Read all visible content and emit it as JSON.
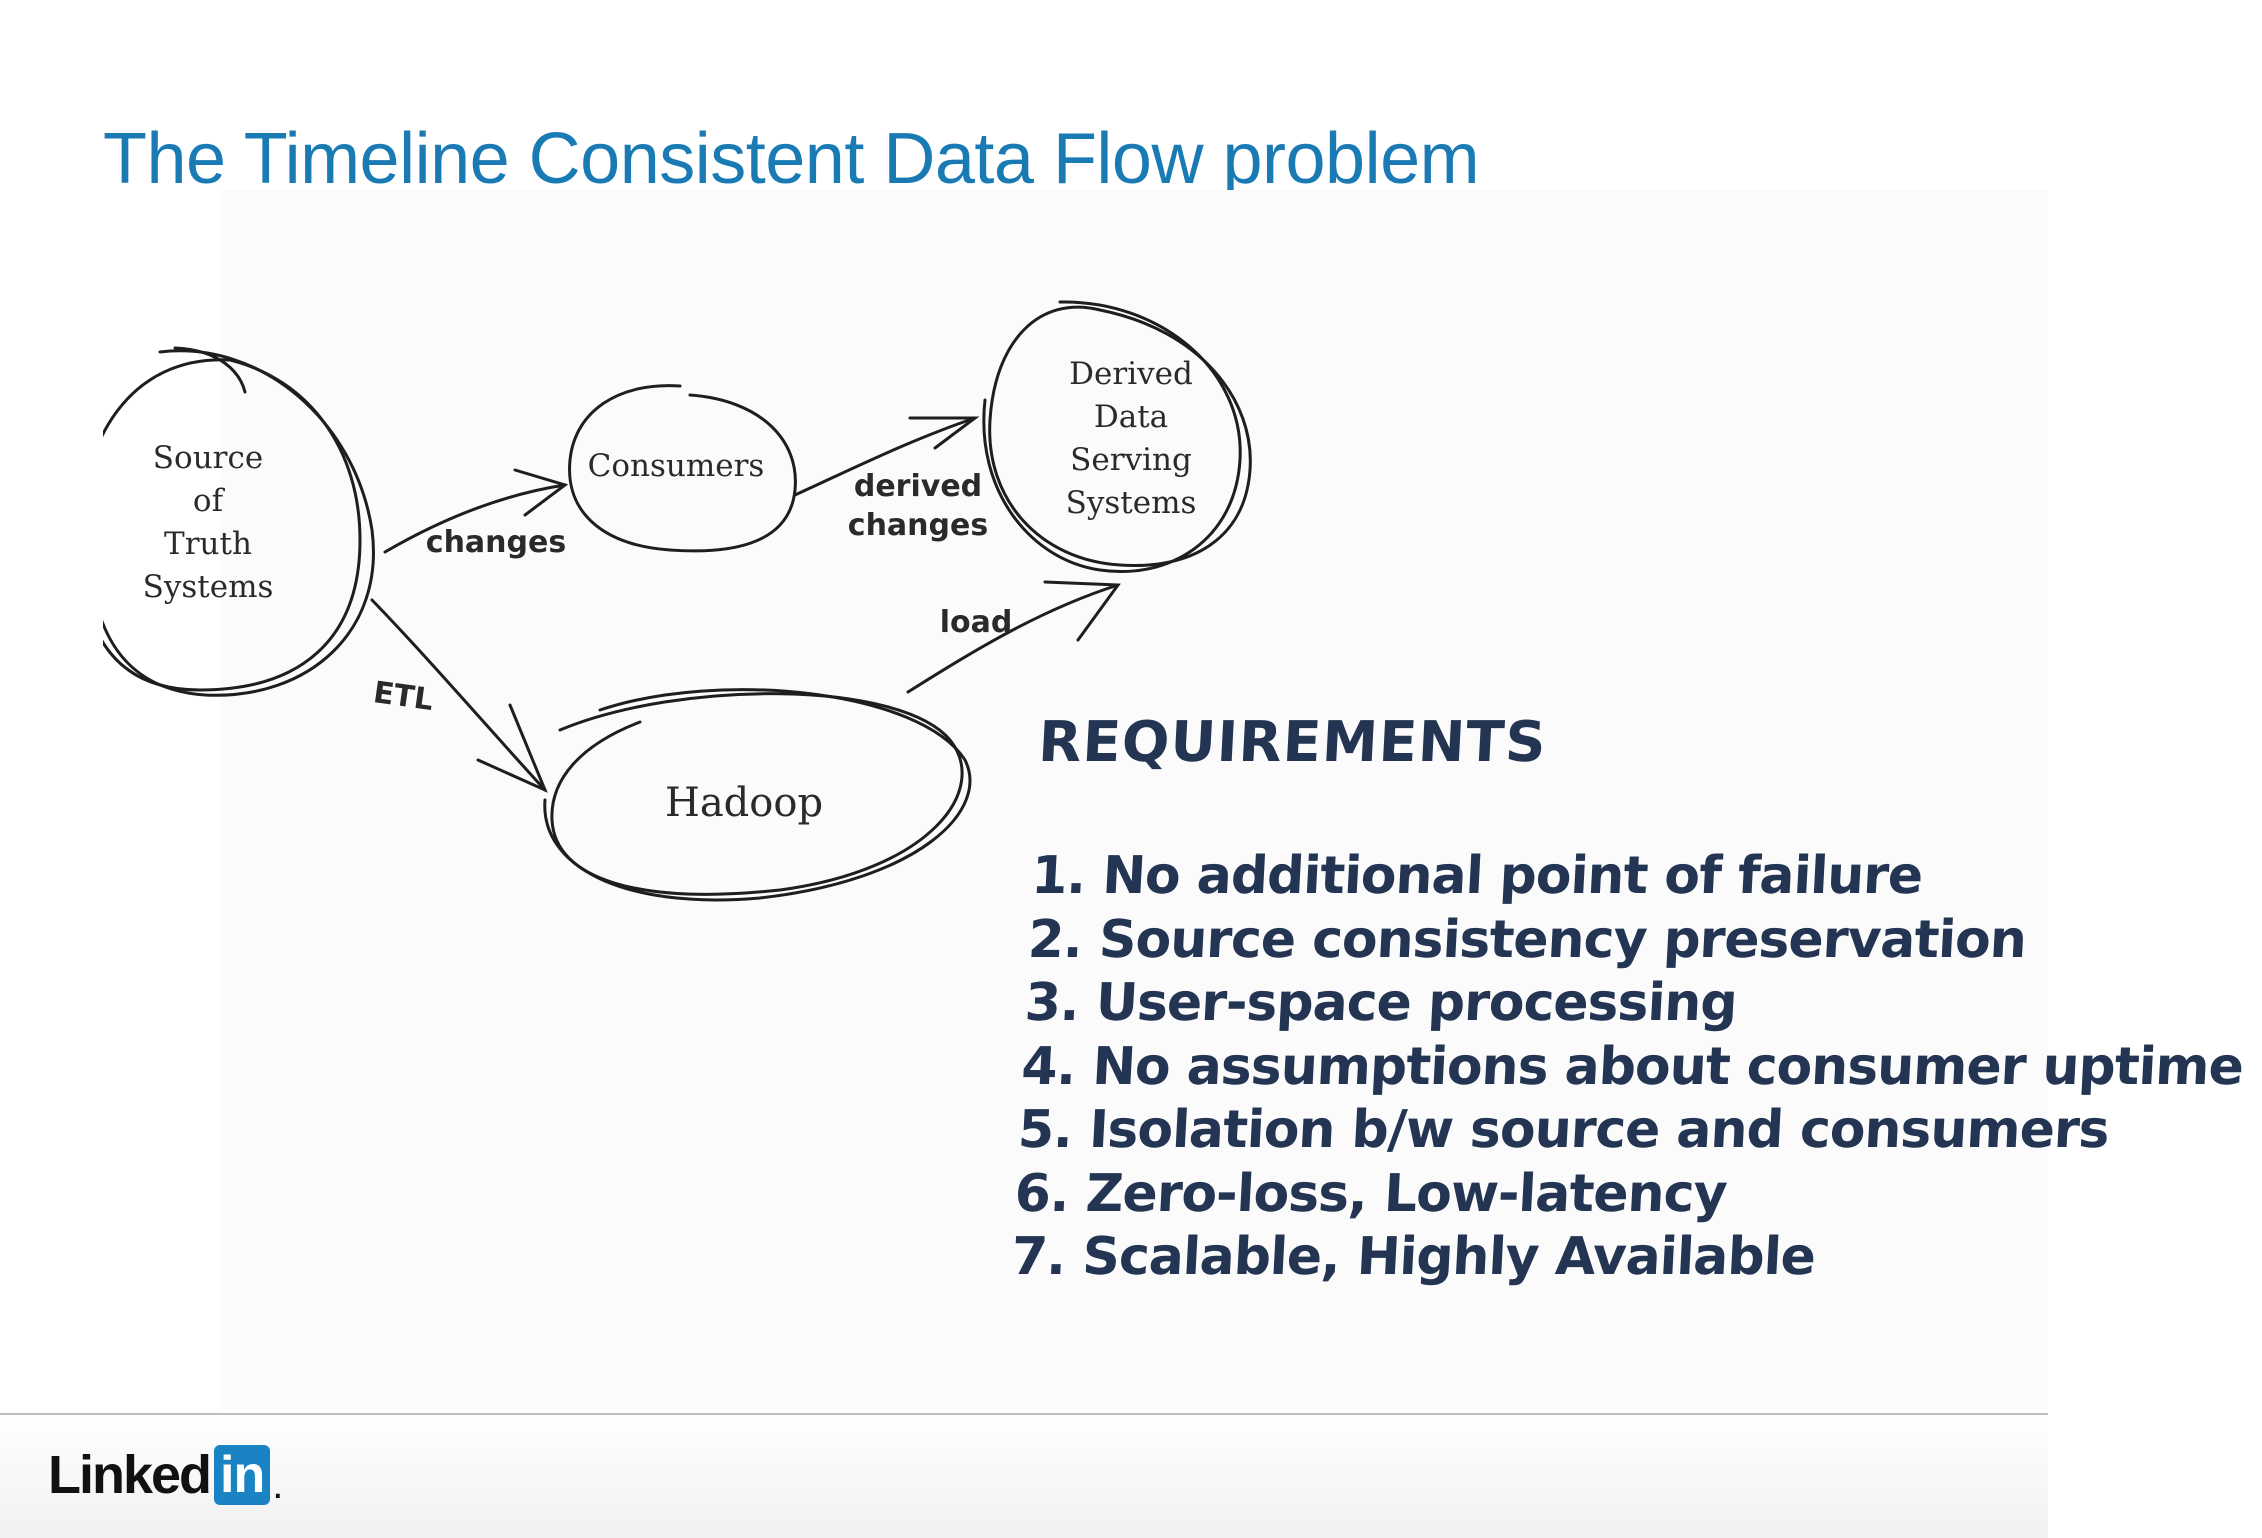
{
  "slide": {
    "title": "The Timeline Consistent Data Flow problem"
  },
  "diagram": {
    "nodes": {
      "source": [
        "Source",
        "of",
        "Truth",
        "Systems"
      ],
      "consumers": "Consumers",
      "derived": [
        "Derived",
        "Data",
        "Serving",
        "Systems"
      ],
      "hadoop": "Hadoop"
    },
    "edges": {
      "changes": "changes",
      "derived_changes": [
        "derived",
        "changes"
      ],
      "etl": "ETL",
      "load": "load"
    }
  },
  "requirements": {
    "heading": "REQUIREMENTS",
    "items": [
      "1. No additional point of failure",
      "2. Source consistency preservation",
      "3. User-space processing",
      "4. No assumptions about consumer uptime",
      "5. Isolation b/w source and consumers",
      "6. Zero-loss, Low-latency",
      "7. Scalable, Highly Available"
    ]
  },
  "footer": {
    "logo_word": "Linked",
    "logo_box": "in",
    "logo_dot": "."
  }
}
